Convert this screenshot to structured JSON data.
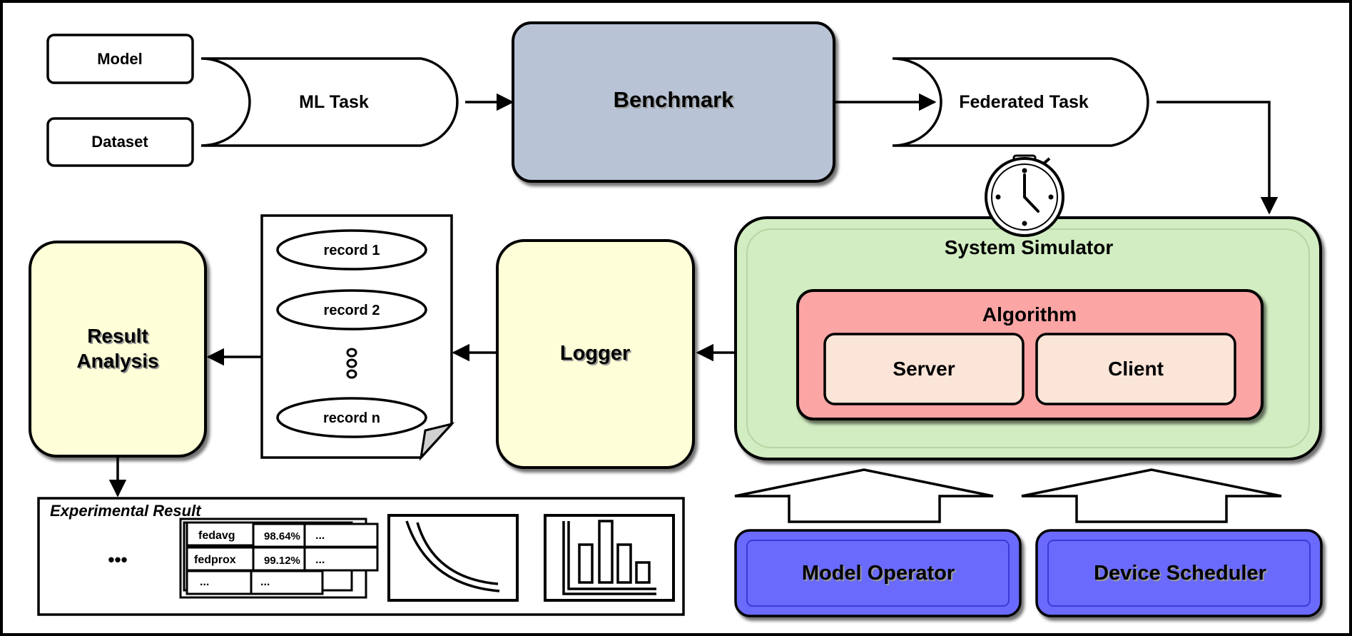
{
  "inputs": {
    "model": "Model",
    "dataset": "Dataset"
  },
  "ml_task": "ML Task",
  "benchmark": "Benchmark",
  "federated_task": "Federated Task",
  "system_simulator": {
    "title": "System Simulator",
    "algorithm": {
      "title": "Algorithm",
      "server": "Server",
      "client": "Client"
    }
  },
  "logger": "Logger",
  "records": {
    "items": [
      "record 1",
      "record 2",
      "record n"
    ]
  },
  "result_analysis": [
    "Result",
    "Analysis"
  ],
  "experimental_result": {
    "title": "Experimental Result",
    "ellipsis": "•••",
    "table": [
      [
        "fedavg",
        "98.64%",
        "..."
      ],
      [
        "fedprox",
        "99.12%",
        "..."
      ],
      [
        "...",
        "...",
        ""
      ]
    ]
  },
  "model_operator": "Model Operator",
  "device_scheduler": "Device Scheduler",
  "colors": {
    "benchmark_fill": "#b8c3d6",
    "simulator_fill": "#d2edc2",
    "algorithm_fill": "#fca5a5",
    "party_fill": "#fbe5d8",
    "logger_fill": "#fefed8",
    "operator_fill": "#6b6bfc",
    "operator_stroke": "#3a3ad9"
  },
  "icons": [
    "stopwatch-icon",
    "line-chart-icon",
    "bar-chart-icon",
    "document-icon"
  ]
}
